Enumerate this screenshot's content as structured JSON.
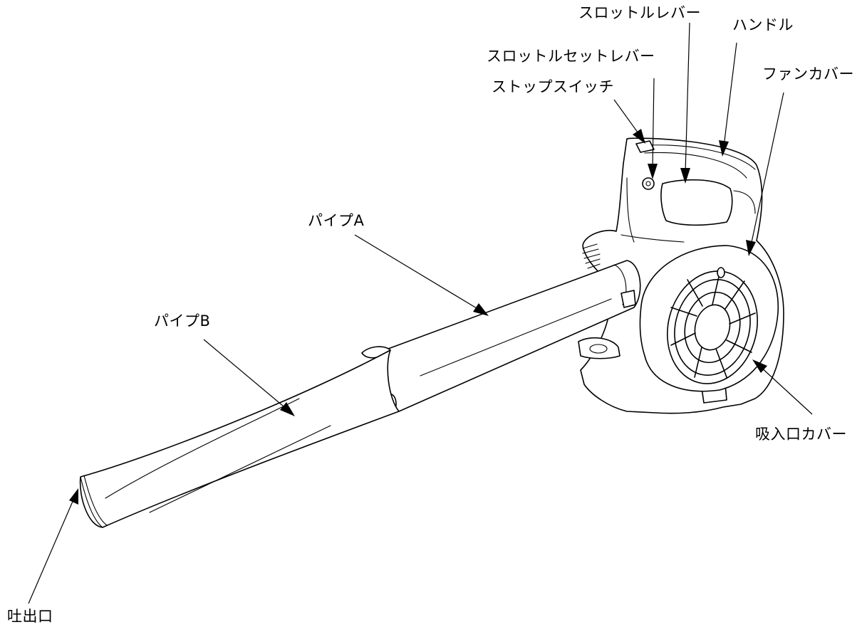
{
  "labels": {
    "throttle_lever": "スロットルレバー",
    "handle": "ハンドル",
    "throttle_set_lever": "スロットルセットレバー",
    "fan_cover": "ファンカバー",
    "stop_switch": "ストップスイッチ",
    "pipe_a": "パイプA",
    "pipe_b": "パイプB",
    "intake_cover": "吸入口カバー",
    "outlet": "吐出口"
  }
}
